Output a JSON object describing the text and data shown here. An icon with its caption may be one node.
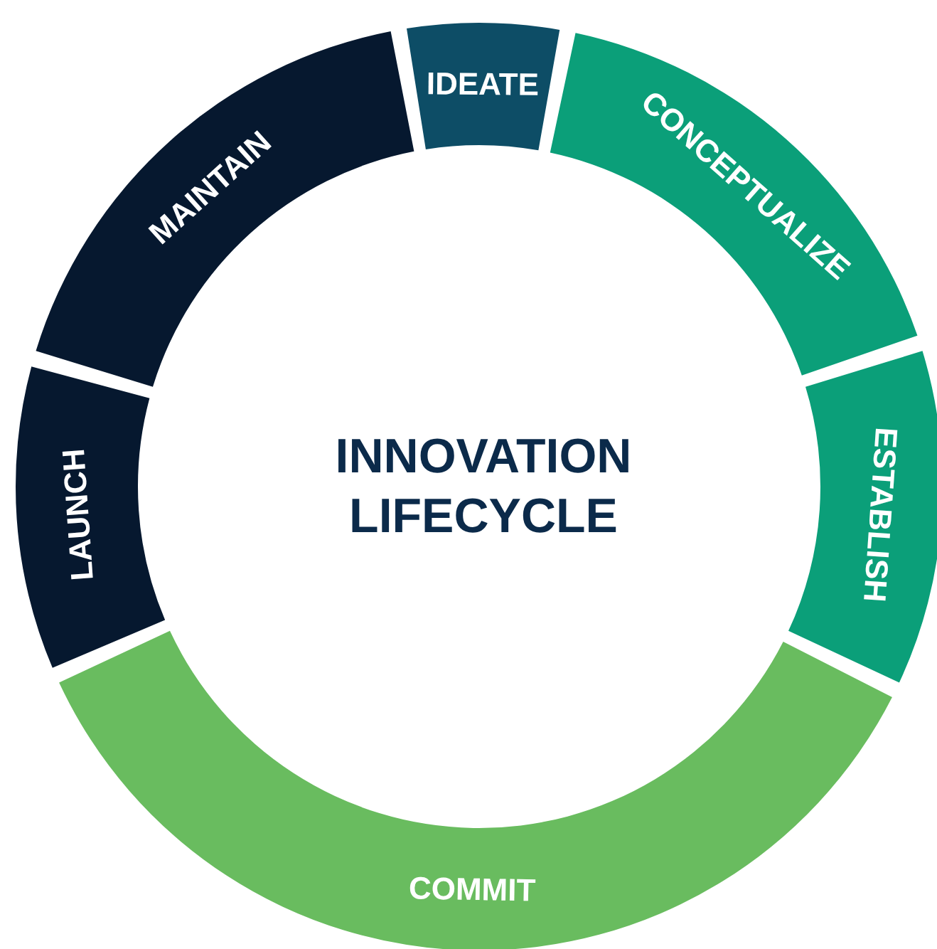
{
  "diagram": {
    "title": "INNOVATION LIFECYCLE",
    "nodes": [
      {
        "text": [
          "IDEATE"
        ]
      },
      {
        "text": [
          "CONCEPTUALIZE"
        ]
      },
      {
        "text": [
          "ESTABLISH"
        ]
      },
      {
        "text": [
          "COMMIT"
        ]
      },
      {
        "text": [
          "LAUNCH"
        ]
      },
      {
        "text": [
          "MAINTAIN"
        ]
      }
    ]
  }
}
